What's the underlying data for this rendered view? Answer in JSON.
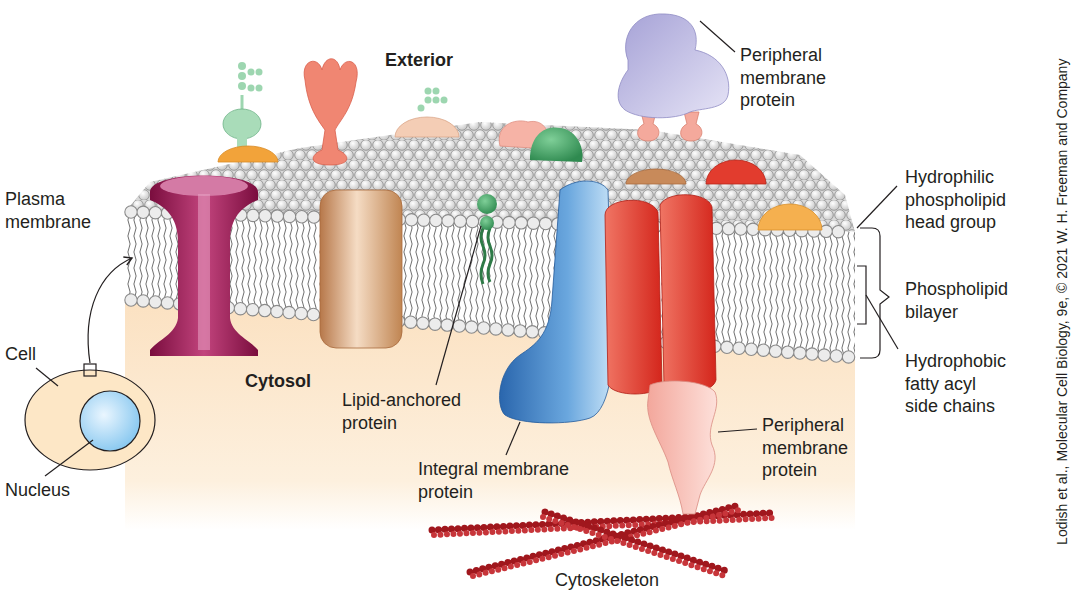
{
  "diagram": {
    "labels": [
      "Exterior",
      "Peripheral membrane protein",
      "Plasma membrane",
      "Hydrophilic phospholipid head group",
      "Phospholipid bilayer",
      "Cell",
      "Cytosol",
      "Hydrophobic fatty acyl side chains",
      "Lipid-anchored protein",
      "Peripheral membrane protein",
      "Integral membrane protein",
      "Nucleus",
      "Cytoskeleton",
      "Lodish et al., Molecular Cell Biology, 9e, © 2021 W. H. Freeman and Company"
    ]
  }
}
